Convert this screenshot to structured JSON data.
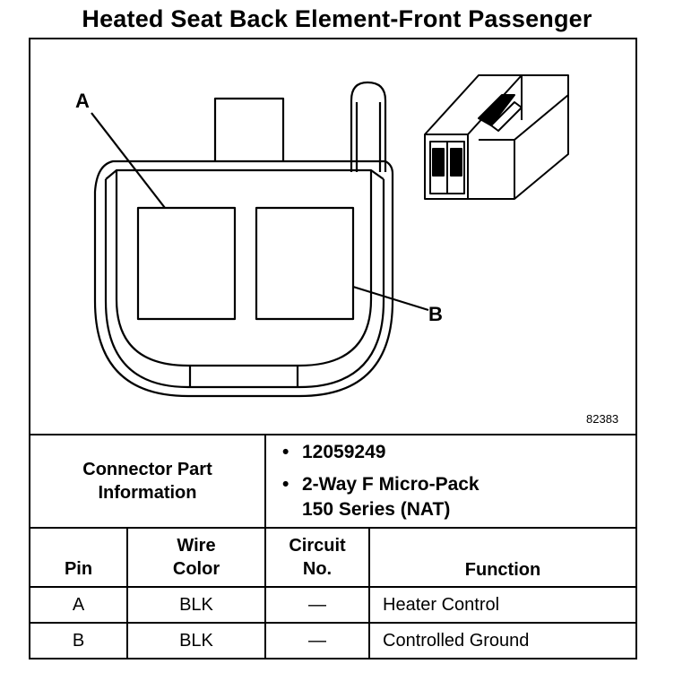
{
  "title": "Heated Seat Back Element-Front Passenger",
  "diagram": {
    "figure_number": "82383",
    "callout_a": "A",
    "callout_b": "B"
  },
  "connector_info": {
    "label_line1": "Connector Part",
    "label_line2": "Information",
    "bullet": "•",
    "part_number": "12059249",
    "description_line1": "2-Way F Micro-Pack",
    "description_line2": "150 Series (NAT)"
  },
  "table": {
    "headers": {
      "pin": "Pin",
      "wire_color_line1": "Wire",
      "wire_color_line2": "Color",
      "circuit_line1": "Circuit",
      "circuit_line2": "No.",
      "function": "Function"
    },
    "rows": [
      {
        "pin": "A",
        "wire_color": "BLK",
        "circuit": "—",
        "function": "Heater Control"
      },
      {
        "pin": "B",
        "wire_color": "BLK",
        "circuit": "—",
        "function": "Controlled Ground"
      }
    ]
  }
}
